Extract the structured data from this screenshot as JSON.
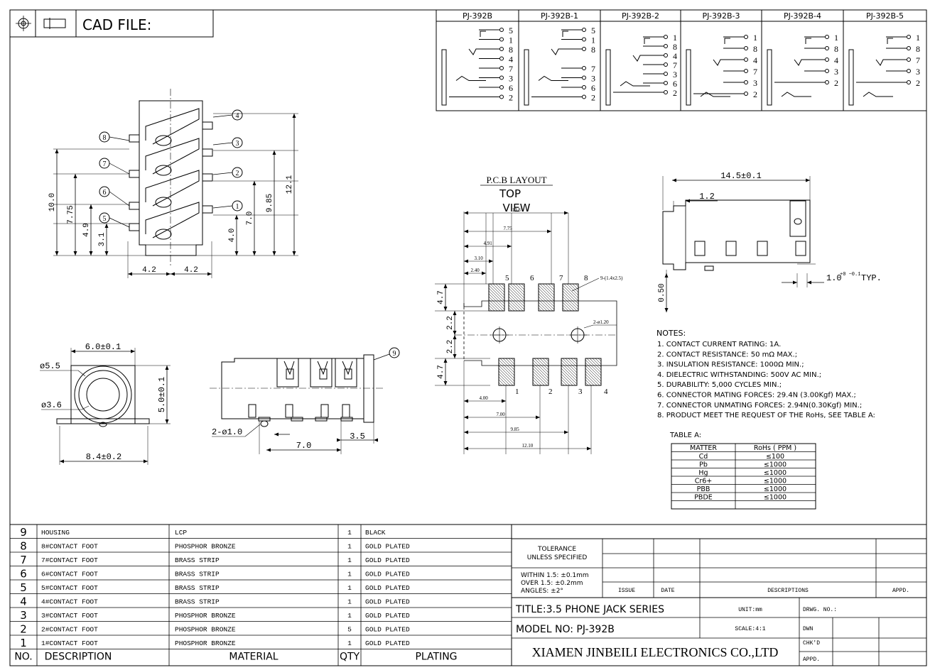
{
  "header": {
    "cad_label": "CAD FILE:"
  },
  "variants": {
    "headers": [
      "PJ-392B",
      "PJ-392B-1",
      "PJ-392B-2",
      "PJ-392B-3",
      "PJ-392B-4",
      "PJ-392B-5"
    ],
    "pins": [
      [
        "5",
        "1",
        "8",
        "4",
        "7",
        "3",
        "6",
        "2"
      ],
      [
        "5",
        "1",
        "8",
        "",
        "7",
        "3",
        "6",
        "2"
      ],
      [
        "1",
        "8",
        "4",
        "7",
        "3",
        "6",
        "2"
      ],
      [
        "1",
        "8",
        "4",
        "7",
        "3",
        "2"
      ],
      [
        "1",
        "8",
        "4",
        "3",
        "2"
      ],
      [
        "1",
        "8",
        "7",
        "3",
        "2"
      ]
    ]
  },
  "front_view": {
    "dims": [
      "10.0",
      "7.75",
      "4.9",
      "3.1",
      "4.0",
      "7.0",
      "9.85",
      "12.1",
      "4.2",
      "4.2"
    ],
    "callouts": [
      "8",
      "7",
      "6",
      "5",
      "4",
      "3",
      "2",
      "1"
    ]
  },
  "end_view": {
    "width": "6.0±0.1",
    "outer_dia": "ø5.5",
    "inner_dia": "ø3.6",
    "height": "5.0±0.1",
    "base": "8.4±0.2"
  },
  "side_view": {
    "callout": "9",
    "holes": "2-ø1.0",
    "pitch": "7.0",
    "offset": "3.5"
  },
  "pcb": {
    "title": "P.C.B LAYOUT",
    "subtitle_1": "TOP",
    "subtitle_2": "VIEW",
    "top_dims": [
      "10.8",
      "7.75",
      "4.91",
      "3.10",
      "2.40"
    ],
    "pad_note": "9-(1.4x2.5)",
    "hole_note": "2-ø1.20",
    "side_dims": [
      "4.7",
      "2.2",
      "2.2",
      "4.7"
    ],
    "top_pins": [
      "5",
      "6",
      "7",
      "8"
    ],
    "bottom_pins": [
      "1",
      "2",
      "3",
      "4"
    ],
    "bottom_dims": [
      "4.00",
      "7.00",
      "9.85",
      "12.10"
    ]
  },
  "top_view": {
    "length": "14.5±0.1",
    "lead": "1.2",
    "standoff": "0.50",
    "typ": "1.0",
    "typ_tol": "+0 −0.1",
    "typ_suffix": "TYP."
  },
  "notes": {
    "heading": "NOTES:",
    "items": [
      "1. CONTACT CURRENT RATING: 1A.",
      "2. CONTACT RESISTANCE: 50 mΩ MAX.;",
      "3. INSULATION RESISTANCE: 1000Ω MIN.;",
      "4. DIELECTRIC WITHSTANDING: 500V AC MIN.;",
      "5. DURABILITY: 5,000 CYCLES MIN.;",
      "6. CONNECTOR MATING FORCES: 29.4N (3.00Kgf) MAX.;",
      "7. CONNECTOR UNMATING FORCES: 2.94N(0.30Kgf) MIN.;",
      "8. PRODUCT MEET THE REQUEST OF THE RoHs, SEE TABLE A:"
    ],
    "table_label": "TABLE A:",
    "table_headers": [
      "MATTER",
      "RoHs ( PPM )"
    ],
    "table_rows": [
      [
        "Cd",
        "≤100"
      ],
      [
        "Pb",
        "≤1000"
      ],
      [
        "Hg",
        "≤1000"
      ],
      [
        "Cr6+",
        "≤1000"
      ],
      [
        "PBB",
        "≤1000"
      ],
      [
        "PBDE",
        "≤1000"
      ]
    ]
  },
  "bom": {
    "headers": [
      "NO.",
      "DESCRIPTION",
      "MATERIAL",
      "QTY",
      "PLATING"
    ],
    "rows": [
      [
        "9",
        "HOUSING",
        "LCP",
        "1",
        "BLACK"
      ],
      [
        "8",
        "8#CONTACT FOOT",
        "PHOSPHOR BRONZE",
        "1",
        "GOLD PLATED"
      ],
      [
        "7",
        "7#CONTACT FOOT",
        "BRASS STRIP",
        "1",
        "GOLD PLATED"
      ],
      [
        "6",
        "6#CONTACT FOOT",
        "BRASS STRIP",
        "1",
        "GOLD PLATED"
      ],
      [
        "5",
        "5#CONTACT FOOT",
        "BRASS STRIP",
        "1",
        "GOLD PLATED"
      ],
      [
        "4",
        "4#CONTACT FOOT",
        "BRASS STRIP",
        "1",
        "GOLD PLATED"
      ],
      [
        "3",
        "3#CONTACT FOOT",
        "PHOSPHOR BRONZE",
        "1",
        "GOLD PLATED"
      ],
      [
        "2",
        "2#CONTACT FOOT",
        "PHOSPHOR BRONZE",
        "5",
        "GOLD PLATED"
      ],
      [
        "1",
        "1#CONTACT FOOT",
        "PHOSPHOR BRONZE",
        "1",
        "GOLD PLATED"
      ]
    ]
  },
  "title_block": {
    "tolerance_1": "TOLERANCE",
    "tolerance_2": "UNLESS SPECIFIED",
    "within": "WITHIN 1.5: ±0.1mm",
    "over": "OVER 1.5:  ±0.2mm",
    "angles": "ANGLES: ±2°",
    "issue": "ISSUE",
    "date": "DATE",
    "descriptions": "DESCRIPTIONS",
    "appd": "APPD.",
    "title": "TITLE:3.5 PHONE JACK SERIES",
    "unit": "UNIT:mm",
    "drwg_no": "DRWG. NO.:",
    "model": "MODEL NO: PJ-392B",
    "scale": "SCALE:4:1",
    "dwn": "DWN",
    "chkd": "CHK'D",
    "appd2": "APPD.",
    "company": "XIAMEN JINBEILI ELECTRONICS CO.,LTD"
  }
}
